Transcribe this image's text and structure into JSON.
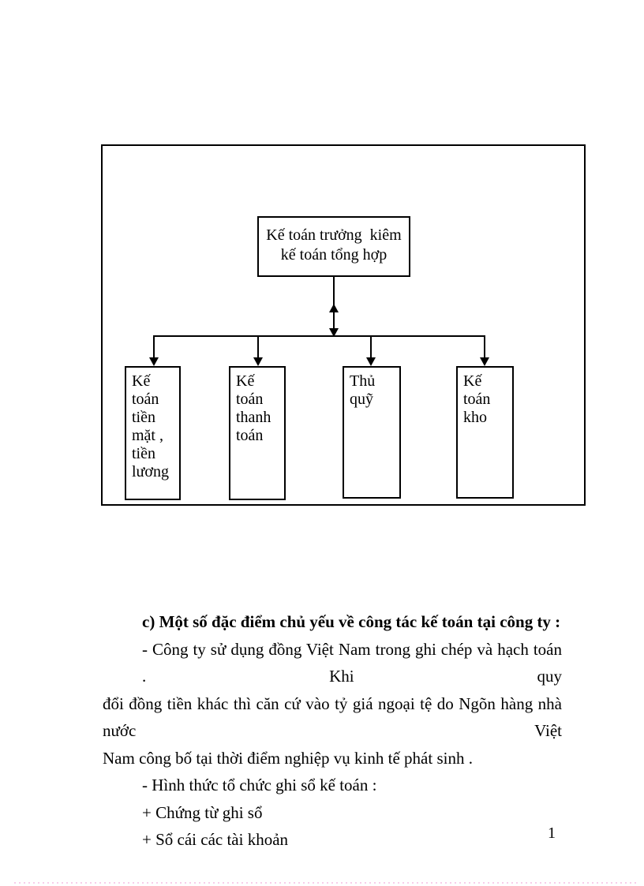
{
  "page": {
    "number": "1"
  },
  "colors": {
    "line_and_border": "#000000",
    "text": "#000000",
    "bottom_dotted_line": "#f8cdea",
    "background": "#ffffff"
  },
  "diagram": {
    "root": {
      "line1": "Kế toán trưởng  kiêm",
      "line2": "kế toán tổng hợp"
    },
    "children": [
      {
        "lines": [
          "Kế",
          "toán",
          "tiền",
          "mặt ,",
          "tiền",
          "lương"
        ]
      },
      {
        "lines": [
          "Kế",
          "toán",
          "thanh",
          "toán"
        ]
      },
      {
        "lines": [
          "Thủ",
          "quỹ"
        ]
      },
      {
        "lines": [
          "Kế",
          "toán",
          "kho"
        ]
      }
    ]
  },
  "content": {
    "heading": "c) Một số đặc điểm chủ yếu về công tác kế toán tại công ty :",
    "para_lines": [
      "- Công ty sử dụng đồng Việt Nam trong ghi chép và hạch toán . Khi quy",
      "đổi đồng tiền khác thì căn cứ vào tỷ giá ngoại tệ do Ngõn hàng nhà nước Việt",
      "Nam công bố tại thời điểm nghiệp vụ kinh tế phát sinh ."
    ],
    "items": [
      "- Hình thức tổ chức ghi sổ kế toán :",
      "+ Chứng từ ghi sổ",
      "+ Sổ cái các tài khoản"
    ]
  }
}
